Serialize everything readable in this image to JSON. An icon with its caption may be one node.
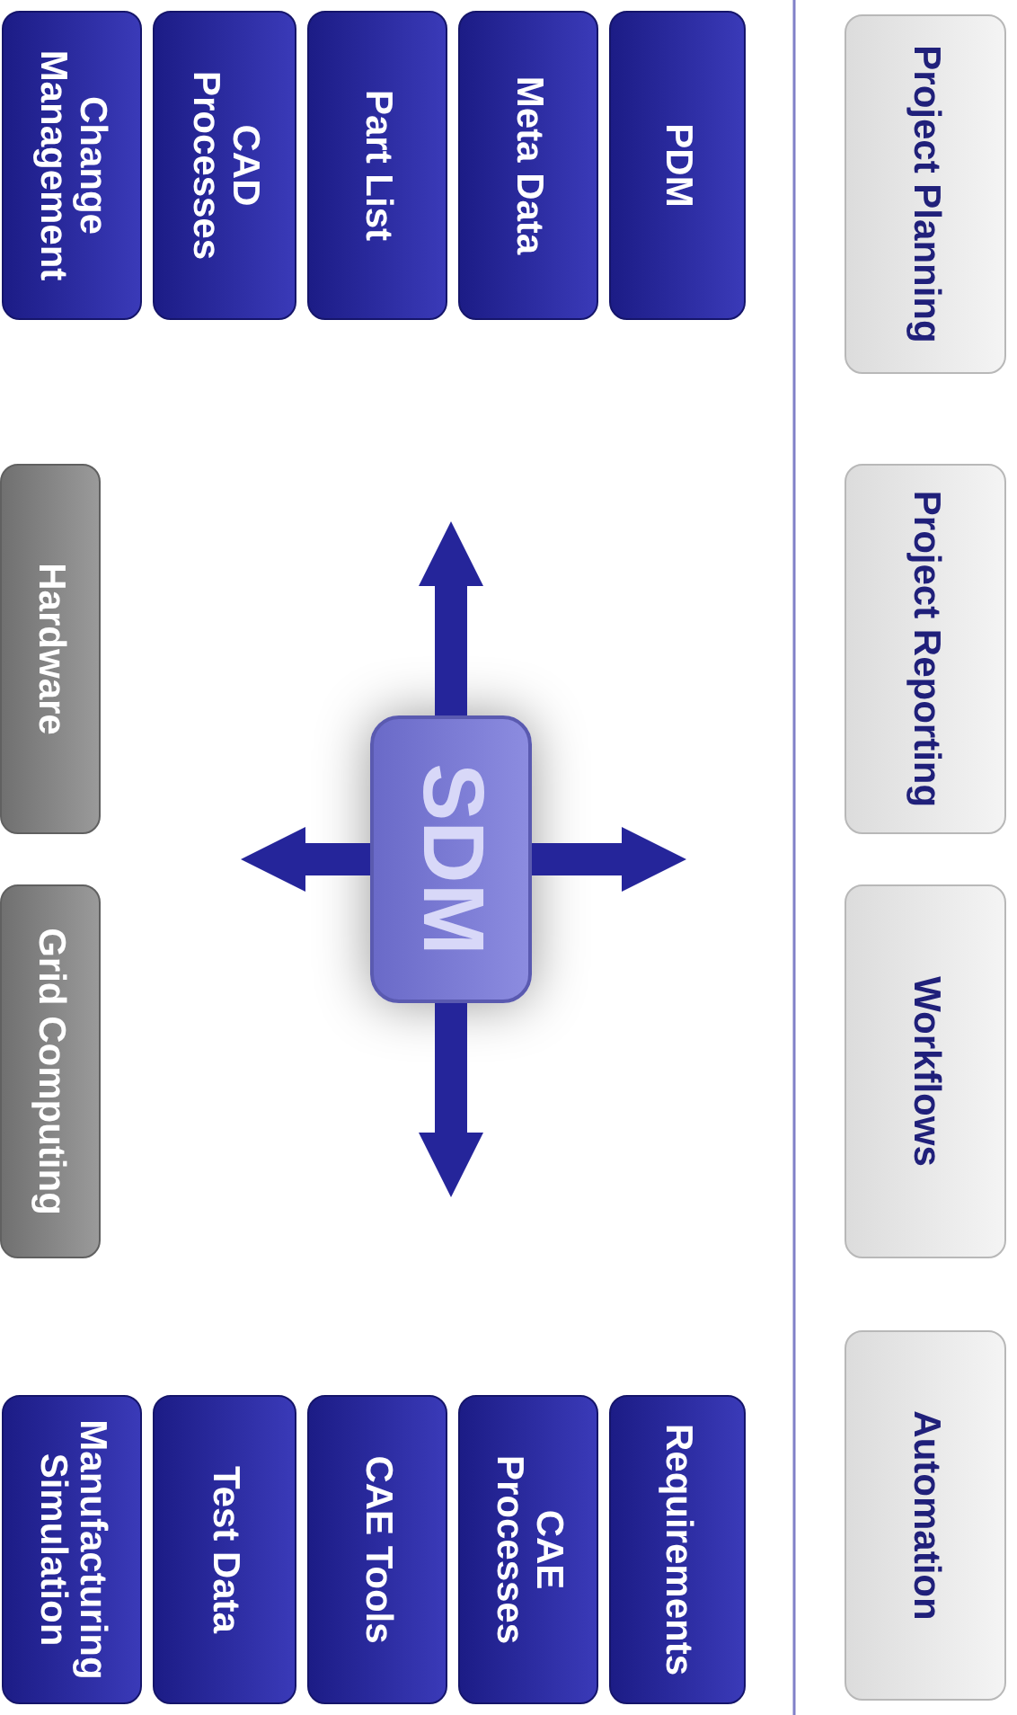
{
  "diagram": {
    "nodes": [
      {
        "text": [
          "Project Planning"
        ]
      },
      {
        "text": [
          "Project Reporting"
        ]
      },
      {
        "text": [
          "Workflows"
        ]
      },
      {
        "text": [
          "Automation"
        ]
      },
      {
        "text": [
          "PDM"
        ]
      },
      {
        "text": [
          "Meta Data"
        ]
      },
      {
        "text": [
          "Part List"
        ]
      },
      {
        "text": [
          "CAD Processes"
        ]
      },
      {
        "text": [
          "Change Management"
        ]
      },
      {
        "text": [
          "SDM"
        ]
      },
      {
        "text": [
          "Requirements"
        ]
      },
      {
        "text": [
          "CAE Processes"
        ]
      },
      {
        "text": [
          "CAE Tools"
        ]
      },
      {
        "text": [
          "Test Data"
        ]
      },
      {
        "text": [
          "Manufacturing Simulation"
        ]
      },
      {
        "text": [
          "Hardware"
        ]
      },
      {
        "text": [
          "Grid Computing"
        ]
      }
    ],
    "edges": [
      {
        "from": 9,
        "to": null,
        "arrow": "to"
      },
      {
        "from": 9,
        "to": null,
        "arrow": "to"
      },
      {
        "from": 9,
        "to": null,
        "arrow": "to"
      },
      {
        "from": 9,
        "to": null,
        "arrow": "to"
      }
    ]
  }
}
